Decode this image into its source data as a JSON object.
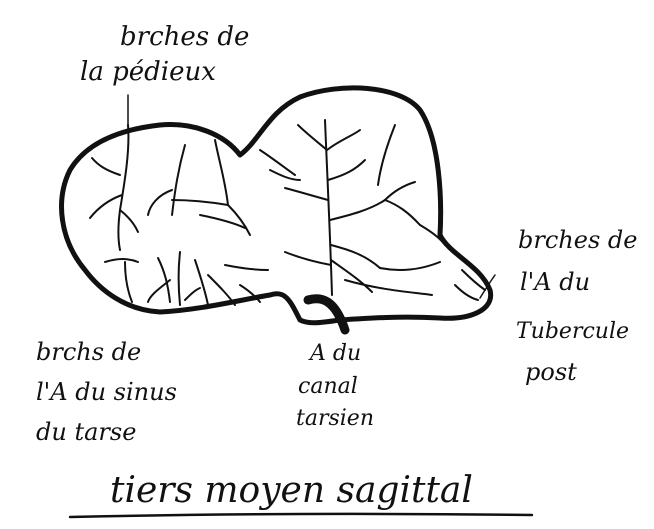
{
  "labels": {
    "top_line1": "brches de",
    "top_line2": "la pédieux",
    "right_line1": "brches de",
    "right_line2": "l'A du",
    "right_line3": "Tubercule",
    "right_line4": "post",
    "left_line1": "brchs de",
    "left_line2": "l'A du sinus",
    "left_line3": "du tarse",
    "center_line1": "A du",
    "center_line2": "canal",
    "center_line3": "tarsien",
    "caption": "tiers moyen sagittal"
  },
  "colors": {
    "ink": "#111111",
    "background": "#ffffff"
  }
}
